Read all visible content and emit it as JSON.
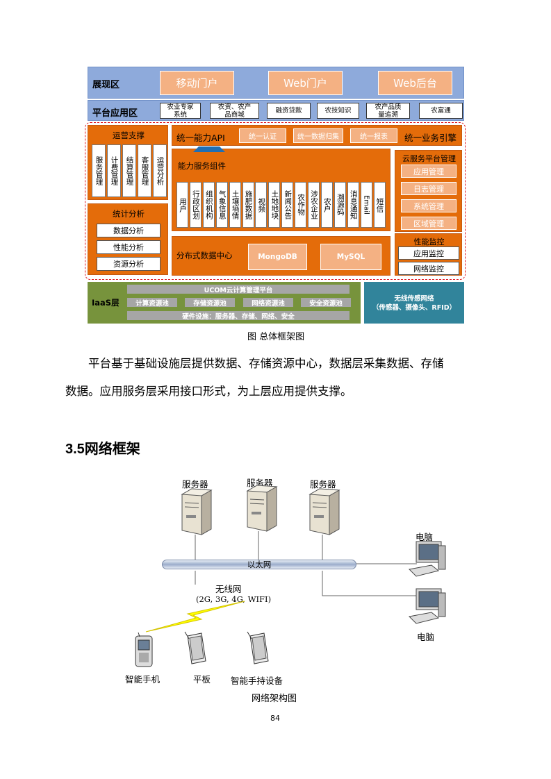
{
  "architecture": {
    "display_layer": {
      "label": "展现区",
      "buttons": [
        "移动门户",
        "Web门户",
        "Web后台"
      ]
    },
    "platform_apps": {
      "label": "平台应用区",
      "items": [
        "农业专家\n系统",
        "农资、农产\n品商城",
        "融资贷款",
        "农技知识",
        "农产品质\n量追溯",
        "农富通"
      ]
    },
    "ops_support": {
      "title": "运营支撑",
      "items": [
        "服务管理",
        "计费管理",
        "结算管理",
        "客服管理",
        "运营分析"
      ]
    },
    "stats": {
      "title": "统计分析",
      "items": [
        "数据分析",
        "性能分析",
        "资源分析"
      ]
    },
    "api": {
      "title": "统一能力API",
      "buttons": [
        "统一认证",
        "统一数据归集",
        "统一报表"
      ],
      "engine": "统一业务引擎"
    },
    "capability": {
      "title": "能力服务组件",
      "items": [
        "用户",
        "行政区划",
        "组织机构",
        "气象信息",
        "土壤墒情",
        "施肥数据",
        "视频",
        "土地地块",
        "新闻公告",
        "农作物",
        "涉农企业",
        "农户",
        "溯源码",
        "消息通知",
        "Email",
        "短信"
      ]
    },
    "data_center": {
      "title": "分布式数据中心",
      "dbs": [
        "MongoDB",
        "MySQL"
      ]
    },
    "cloud_mgmt": {
      "title": "云服务平台管理",
      "items": [
        "应用管理",
        "日志管理",
        "系统管理",
        "区域管理"
      ]
    },
    "monitor": {
      "title": "性能监控",
      "items": [
        "应用监控",
        "网络监控"
      ]
    },
    "iaas": {
      "label": "IaaS层",
      "platform": "UCOM云计算管理平台",
      "pools": [
        "计算资源池",
        "存储资源池",
        "网络资源池",
        "安全资源池"
      ],
      "hardware": "硬件设施：服务器、存储、网络、安全"
    },
    "sensor": {
      "line1": "无线传感网络",
      "line2": "（传感器、摄像头、RFID）"
    },
    "caption": "图 总体框架图"
  },
  "paragraph": {
    "line1": "平台基于基础设施层提供数据、存储资源中心，数据层采集数据、存储",
    "line2": "数据。应用服务层采用接口形式，为上层应用提供支撑。"
  },
  "section": {
    "heading": "3.5网络框架"
  },
  "network": {
    "servers": [
      "服务器",
      "服务器",
      "服务器"
    ],
    "ethernet": "以太网",
    "pcs": [
      "电脑",
      "电脑"
    ],
    "wireless": {
      "line1": "无线网",
      "line2": "(2G, 3G, 4G, WIFI)"
    },
    "devices": [
      "智能手机",
      "平板",
      "智能手持设备"
    ],
    "caption": "网络架构图"
  },
  "page_number": "84",
  "colors": {
    "band_blue": "#8eaadb",
    "orange": "#e46c0a",
    "peach": "#f4b183",
    "iaas_green": "#77933c",
    "sensor_teal": "#31849b",
    "dash_red": "#e0141e"
  }
}
